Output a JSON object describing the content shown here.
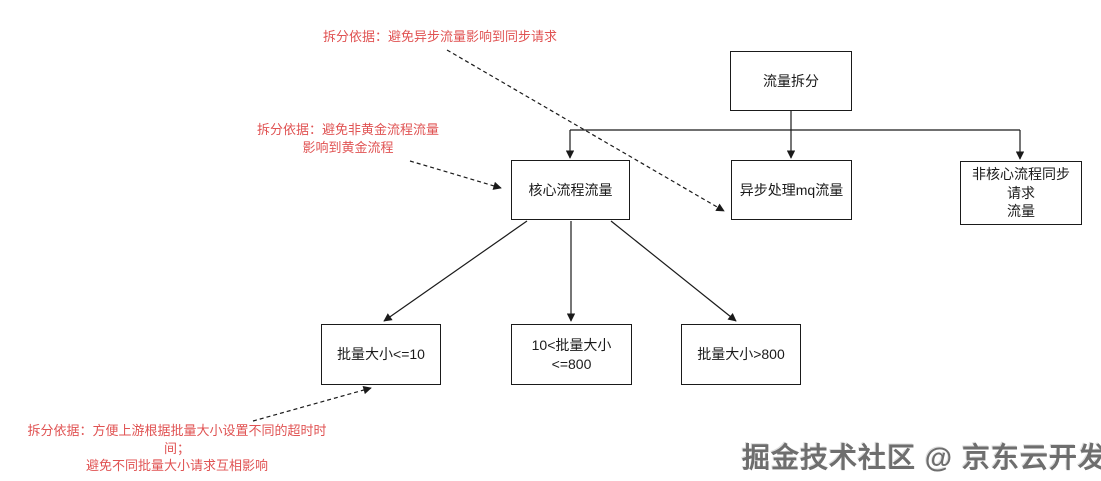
{
  "diagram": {
    "nodes": {
      "root": {
        "label": "流量拆分"
      },
      "core": {
        "label": "核心流程流量"
      },
      "mq": {
        "label": "异步处理mq流量"
      },
      "noncore": {
        "label": "非核心流程同步请求\n流量"
      },
      "b1": {
        "label": "批量大小<=10"
      },
      "b2": {
        "label": "10<批量大小<=800"
      },
      "b3": {
        "label": "批量大小>800"
      }
    },
    "annotations": {
      "async": {
        "text": "拆分依据：避免异步流量影响到同步请求"
      },
      "golden": {
        "text": "拆分依据：避免非黄金流程流量\n影响到黄金流程"
      },
      "batch": {
        "text": "拆分依据：方便上游根据批量大小设置不同的超时时间；\n避免不同批量大小请求互相影响"
      }
    },
    "edges": [
      {
        "from": "流量拆分",
        "to": "核心流程流量",
        "style": "solid"
      },
      {
        "from": "流量拆分",
        "to": "异步处理mq流量",
        "style": "solid"
      },
      {
        "from": "流量拆分",
        "to": "非核心流程同步请求流量",
        "style": "solid"
      },
      {
        "from": "核心流程流量",
        "to": "批量大小<=10",
        "style": "solid"
      },
      {
        "from": "核心流程流量",
        "to": "10<批量大小<=800",
        "style": "solid"
      },
      {
        "from": "核心流程流量",
        "to": "批量大小>800",
        "style": "solid"
      },
      {
        "from": "拆分依据：避免异步流量影响到同步请求",
        "to": "异步处理mq流量",
        "style": "dashed"
      },
      {
        "from": "拆分依据：避免非黄金流程流量影响到黄金流程",
        "to": "核心流程流量",
        "style": "dashed"
      },
      {
        "from": "拆分依据：方便上游根据批量大小设置不同的超时时间；避免不同批量大小请求互相影响",
        "to": "批量大小<=10",
        "style": "dashed"
      }
    ]
  },
  "watermark": {
    "text": "掘金技术社区 @ 京东云开发者"
  },
  "colors": {
    "annotation_red": "#e05353",
    "line_black": "#1a1a1a",
    "node_border": "#1a1a1a",
    "node_fill": "#ffffff",
    "watermark_gray": "#6e6e6e",
    "background": "#ffffff"
  }
}
